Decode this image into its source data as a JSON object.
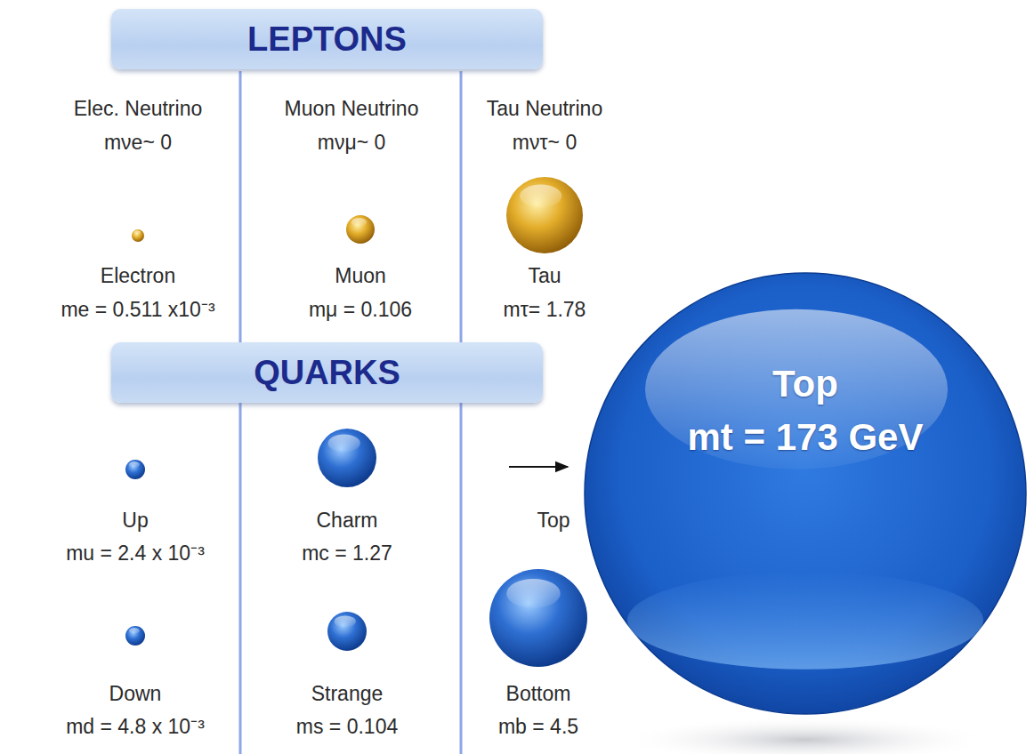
{
  "diagram": {
    "nodes": [
      {
        "text": [
          "LEPTONS"
        ]
      },
      {
        "text": [
          "Electron",
          "me = 0.511 x10⁻³"
        ]
      },
      {
        "text": [
          "Muon",
          "mμ = 0.106"
        ]
      },
      {
        "text": [
          "Tau",
          "mτ= 1.78"
        ]
      },
      {
        "text": [
          "QUARKS"
        ]
      },
      {
        "text": [
          "Up",
          "mu = 2.4 x 10⁻³"
        ]
      },
      {
        "text": [
          "Charm",
          "mc = 1.27"
        ]
      },
      {
        "text": [
          "Top",
          "mt = 173 GeV"
        ]
      },
      {
        "text": [
          "Down",
          "md = 4.8 x 10⁻³"
        ]
      },
      {
        "text": [
          "Strange",
          "ms = 0.104"
        ]
      },
      {
        "text": [
          "Bottom",
          "mb = 4.5"
        ]
      }
    ],
    "labels": [
      "Elec. Neutrino",
      "mνe~ 0",
      "Muon Neutrino",
      "mνμ~ 0",
      "Tau Neutrino",
      "mντ~ 0",
      "Top"
    ]
  }
}
